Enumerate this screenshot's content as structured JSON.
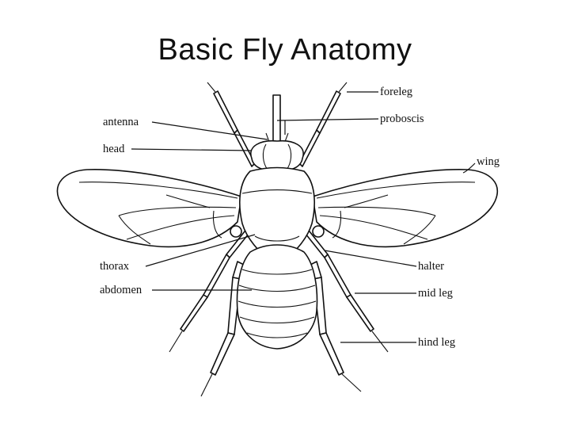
{
  "title": "Basic Fly Anatomy",
  "labels": {
    "foreleg": "foreleg",
    "proboscis": "proboscis",
    "antenna": "antenna",
    "head": "head",
    "wing": "wing",
    "thorax": "thorax",
    "abdomen": "abdomen",
    "halter": "halter",
    "mid_leg": "mid leg",
    "hind_leg": "hind leg"
  }
}
